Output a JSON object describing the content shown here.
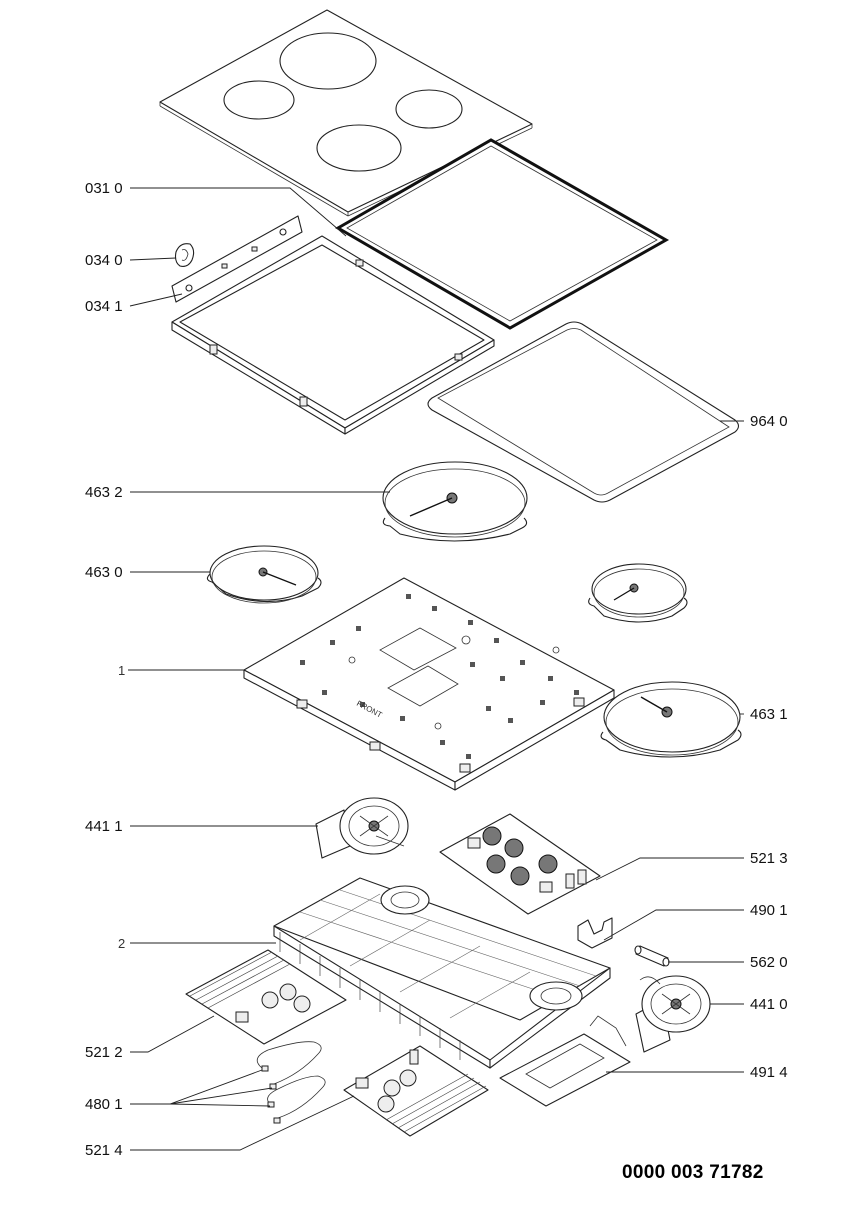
{
  "labels": {
    "p0310": "031 0",
    "p0340": "034 0",
    "p0341": "034 1",
    "p9640": "964 0",
    "p4632": "463 2",
    "p4630": "463 0",
    "p1": "1",
    "p4631": "463 1",
    "p4411": "441 1",
    "p5213": "521 3",
    "p4901": "490 1",
    "p2": "2",
    "p5620": "562 0",
    "p4410": "441 0",
    "p5212": "521 2",
    "p4914": "491 4",
    "p4801": "480 1",
    "p5214": "521 4"
  },
  "embossed": {
    "front": "FRONT"
  },
  "document_number": "0000 003 71782"
}
